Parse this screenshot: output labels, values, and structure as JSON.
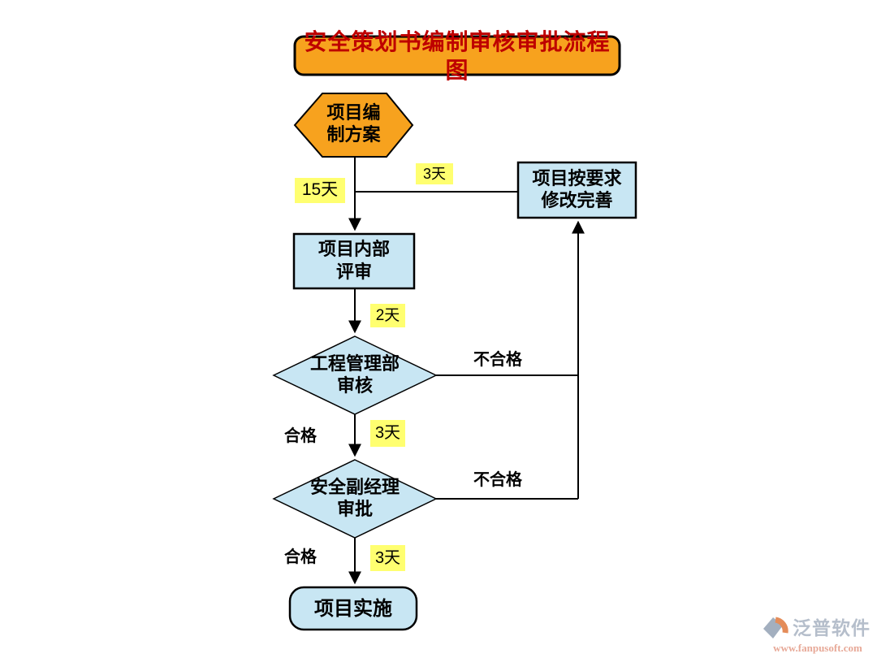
{
  "title": "安全策划书编制审核审批流程图",
  "nodes": {
    "start_hexagon": {
      "line1": "项目编",
      "line2": "制方案"
    },
    "revise_box": {
      "line1": "项目按要求",
      "line2": "修改完善"
    },
    "internal_review_box": {
      "line1": "项目内部",
      "line2": "评审"
    },
    "dept_review_diamond": {
      "line1": "工程管理部",
      "line2": "审核"
    },
    "deputy_manager_diamond": {
      "line1": "安全副经理",
      "line2": "审批"
    },
    "implementation_box": {
      "label": "项目实施"
    }
  },
  "edge_labels": {
    "days_15": "15天",
    "days_3_top": "3天",
    "days_2": "2天",
    "days_3_mid": "3天",
    "days_3_bottom": "3天",
    "fail_top": "不合格",
    "fail_bottom": "不合格",
    "pass_top": "合格",
    "pass_bottom": "合格"
  },
  "watermark": {
    "brand": "泛普软件",
    "url": "www.fanpusoft.com"
  },
  "colors": {
    "title_fill": "#F7A21E",
    "title_text": "#BE0000",
    "hexagon_fill": "#F7A21E",
    "node_fill": "#C8E6F3",
    "label_bg": "#FFFF70",
    "line": "#000000",
    "watermark_brand": "#A9B3C2",
    "watermark_url": "#E39A85",
    "watermark_logo_gray": "#93A2B4",
    "watermark_logo_orange": "#E0793D"
  }
}
